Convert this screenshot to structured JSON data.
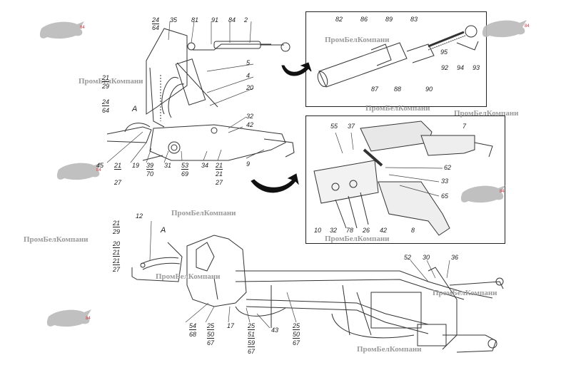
{
  "watermark": {
    "text": "ПромБелКомпани"
  },
  "view_label": "А",
  "callouts_top": [
    "24",
    "64",
    "35",
    "81",
    "91",
    "2",
    "84",
    "5",
    "4",
    "20",
    "32",
    "42",
    "21",
    "29",
    "24",
    "64",
    "45",
    "21",
    "27",
    "19",
    "39",
    "70",
    "31",
    "53",
    "69",
    "34",
    "21",
    "21",
    "27",
    "9"
  ],
  "callouts_inset1": [
    "82",
    "86",
    "89",
    "83",
    "95",
    "92",
    "94",
    "93",
    "87",
    "88",
    "90"
  ],
  "callouts_inset2": [
    "55",
    "37",
    "7",
    "62",
    "33",
    "65",
    "10",
    "32",
    "78",
    "26",
    "42",
    "8"
  ],
  "callouts_bottom": [
    "12",
    "21",
    "29",
    "20",
    "21",
    "21",
    "27",
    "А",
    "52",
    "30",
    "36",
    "54",
    "68",
    "25",
    "50",
    "67",
    "17",
    "25",
    "51",
    "59",
    "67",
    "43",
    "25",
    "50",
    "67"
  ],
  "colors": {
    "ink": "#222222",
    "watermark": "#9a9a9a",
    "logo_red": "#c8343a"
  }
}
